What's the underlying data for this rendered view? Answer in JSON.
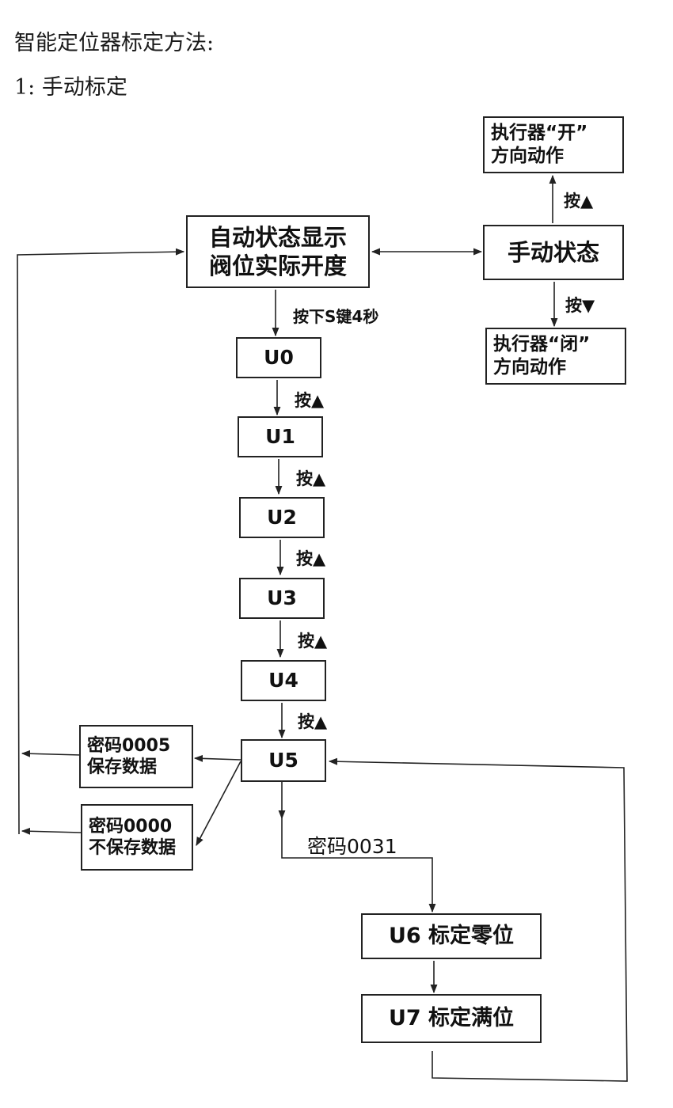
{
  "title": "智能定位器标定方法:",
  "section": "1: 手动标定",
  "boxes": {
    "auto": [
      "自动状态显示",
      "阀位实际开度"
    ],
    "manual": "手动状态",
    "open": [
      "执行器“开”",
      "方向动作"
    ],
    "close": [
      "执行器“闭”",
      "方向动作"
    ],
    "u0": "U0",
    "u1": "U1",
    "u2": "U2",
    "u3": "U3",
    "u4": "U4",
    "u5": "U5",
    "save": [
      "密码0005",
      "保存数据"
    ],
    "nosave": [
      "密码0000",
      "不保存数据"
    ],
    "u6": "U6 标定零位",
    "u7": "U7 标定满位"
  },
  "labels": {
    "press_up": "按▲",
    "press_down": "按▼",
    "press_s": "按下S键4秒",
    "pwd_0031": "密码0031"
  }
}
